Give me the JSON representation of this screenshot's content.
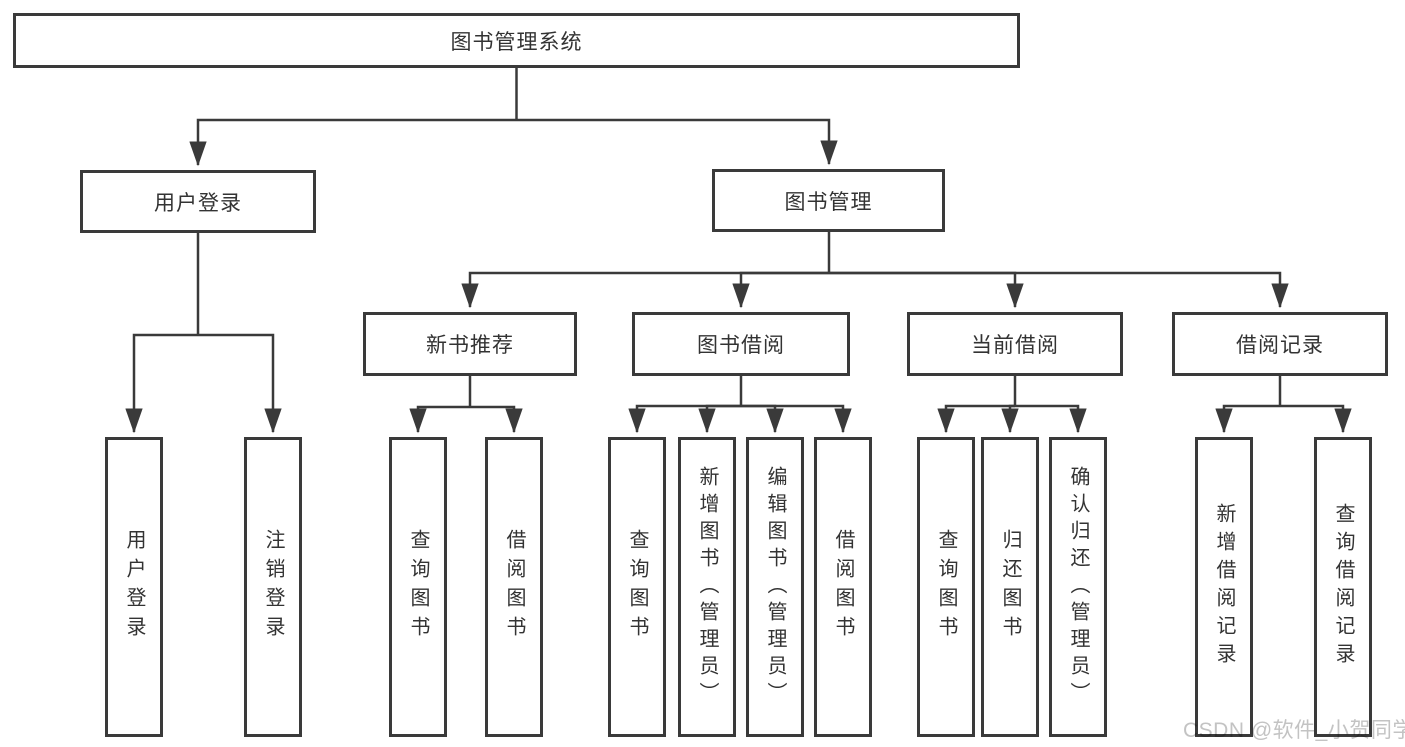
{
  "diagram_title": "图书管理系统",
  "tree": {
    "root": {
      "label": "图书管理系统",
      "children": [
        {
          "label": "用户登录",
          "children": [
            {
              "label": "用户登录"
            },
            {
              "label": "注销登录"
            }
          ]
        },
        {
          "label": "图书管理",
          "children": [
            {
              "label": "新书推荐",
              "children": [
                {
                  "label": "查询图书"
                },
                {
                  "label": "借阅图书"
                }
              ]
            },
            {
              "label": "图书借阅",
              "children": [
                {
                  "label": "查询图书"
                },
                {
                  "label": "新增图书（管理员）"
                },
                {
                  "label": "编辑图书（管理员）"
                },
                {
                  "label": "借阅图书"
                }
              ]
            },
            {
              "label": "当前借阅",
              "children": [
                {
                  "label": "查询图书"
                },
                {
                  "label": "归还图书"
                },
                {
                  "label": "确认归还（管理员）"
                }
              ]
            },
            {
              "label": "借阅记录",
              "children": [
                {
                  "label": "新增借阅记录"
                },
                {
                  "label": "查询借阅记录"
                }
              ]
            }
          ]
        }
      ]
    }
  },
  "watermark": "CSDN @软件_小贺同学",
  "colors": {
    "line": "#3a3a3a",
    "box_border": "#3a3a3a",
    "text": "#333333",
    "watermark": "#c3c3c3",
    "background": "#ffffff"
  }
}
